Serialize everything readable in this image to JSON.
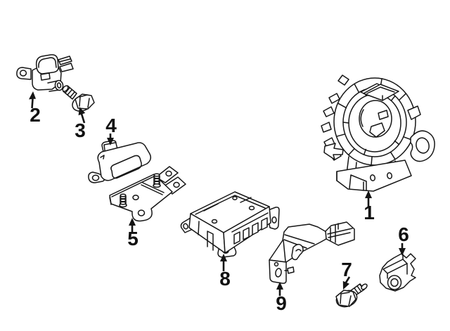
{
  "diagram": {
    "background_color": "#ffffff",
    "line_color": "#161616",
    "callouts": [
      {
        "label": "1",
        "part": "clockspring-spiral-cable"
      },
      {
        "label": "2",
        "part": "front-impact-sensor"
      },
      {
        "label": "3",
        "part": "sensor-mounting-bolt"
      },
      {
        "label": "4",
        "part": "side-impact-sensor"
      },
      {
        "label": "5",
        "part": "sensor-mounting-bracket"
      },
      {
        "label": "6",
        "part": "rear-impact-sensor"
      },
      {
        "label": "7",
        "part": "sensor-mounting-bolt"
      },
      {
        "label": "8",
        "part": "airbag-control-module"
      },
      {
        "label": "9",
        "part": "control-module-bracket"
      }
    ]
  }
}
